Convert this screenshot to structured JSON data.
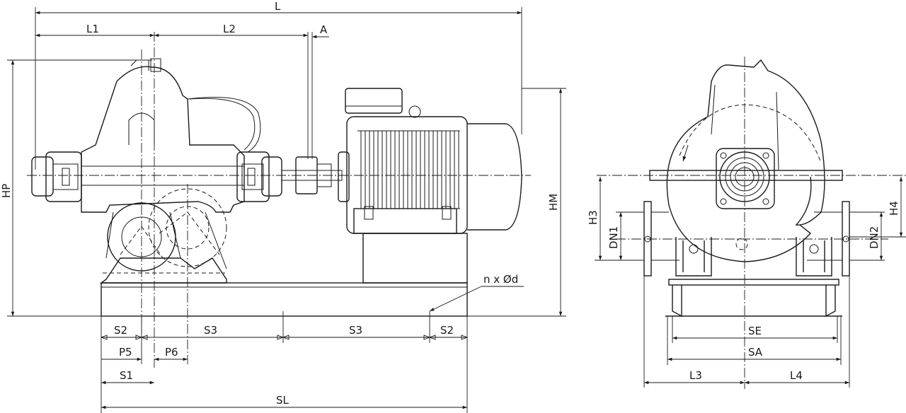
{
  "side_view": {
    "labels": {
      "L": "L",
      "L1": "L1",
      "L2": "L2",
      "A": "A",
      "HP": "HP",
      "HM": "HM",
      "holes": "n x Ød",
      "S2_left": "S2",
      "S3_left": "S3",
      "S3_right": "S3",
      "S2_right": "S2",
      "P5": "P5",
      "P6": "P6",
      "S1": "S1",
      "SL": "SL"
    }
  },
  "end_view": {
    "labels": {
      "H3": "H3",
      "DN1": "DN1",
      "H4": "H4",
      "DN2": "DN2",
      "SE": "SE",
      "SA": "SA",
      "L3": "L3",
      "L4": "L4"
    }
  }
}
